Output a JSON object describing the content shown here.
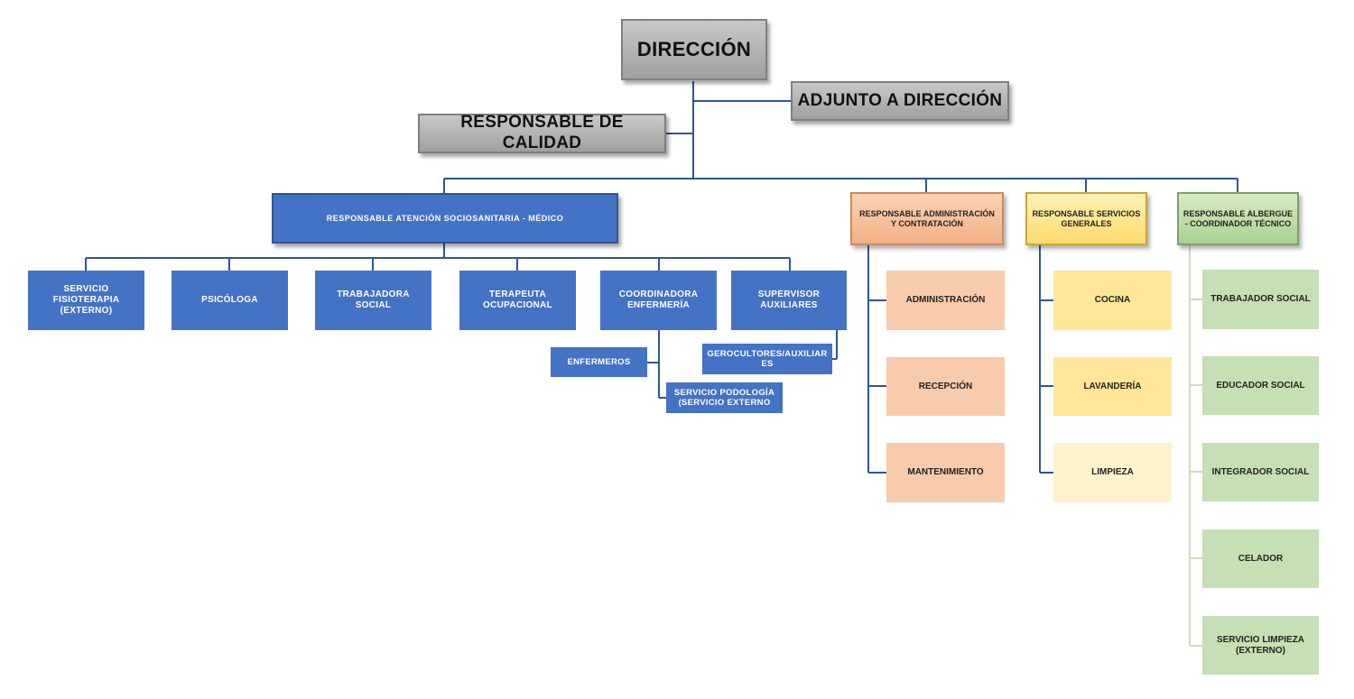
{
  "top": {
    "direccion": "DIRECCIÓN",
    "adjunto": "ADJUNTO A DIRECCIÓN",
    "calidad": "RESPONSABLE DE CALIDAD"
  },
  "sanitaria": {
    "head": "RESPONSABLE ATENCIÓN SOCIOSANITARIA - MÉDICO",
    "fisioterapia": "SERVICIO FISIOTERAPIA (EXTERNO)",
    "psicologa": "PSICÓLOGA",
    "trabajadora_social": "TRABAJADORA SOCIAL",
    "terapeuta": "TERAPEUTA OCUPACIONAL",
    "coordinadora": "COORDINADORA ENFERMERÍA",
    "supervisor": "SUPERVISOR AUXILIARES",
    "enfermeros": "ENFERMEROS",
    "podologia": "SERVICIO PODOLOGÍA (SERVICIO EXTERNO",
    "gerocultores": "GEROCULTORES/AUXILIARES"
  },
  "administracion": {
    "head": "RESPONSABLE ADMINISTRACIÓN Y CONTRATACIÓN",
    "items": [
      "ADMINISTRACIÓN",
      "RECEPCIÓN",
      "MANTENIMIENTO"
    ]
  },
  "servicios": {
    "head": "RESPONSABLE SERVICIOS GENERALES",
    "items": [
      "COCINA",
      "LAVANDERÍA",
      "LIMPIEZA"
    ]
  },
  "albergue": {
    "head": "RESPONSABLE ALBERGUE - COORDINADOR TÉCNICO",
    "items": [
      "TRABAJADOR SOCIAL",
      "EDUCADOR SOCIAL",
      "INTEGRADOR SOCIAL",
      "CELADOR",
      "SERVICIO LIMPIEZA (EXTERNO)"
    ]
  },
  "colors": {
    "blue": "#4472c4",
    "line_blue": "#2f5597",
    "orange": "#f8cbad",
    "yellow": "#ffe699",
    "green": "#c5e0b4",
    "gray": "#a6a6a6"
  }
}
